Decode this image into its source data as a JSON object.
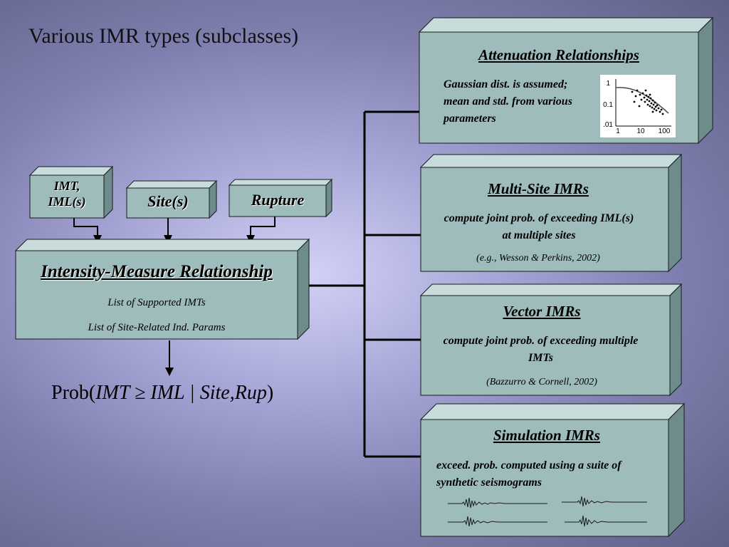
{
  "slide_title": "Various IMR types (subclasses)",
  "colors": {
    "box_face": "#9fbcbc",
    "box_top": "#c9dcdc",
    "box_side": "#6f8c8c",
    "border": "#1a1a1a"
  },
  "inputs": {
    "imt": "IMT, IML(s)",
    "site": "Site(s)",
    "rupture": "Rupture"
  },
  "imr_box": {
    "title": "Intensity-Measure Relationship",
    "line1": "List of Supported IMTs",
    "line2": "List of Site-Related Ind. Params"
  },
  "formula": {
    "prob": "Prob(",
    "expr": "IMT ≥ IML | Site,Rup",
    "close": ")"
  },
  "subclasses": {
    "attenuation": {
      "title": "Attenuation Relationships",
      "description": "Gaussian dist. is assumed; mean and std. from various parameters",
      "plot_y_ticks": [
        "1",
        "0.1",
        ".01"
      ],
      "plot_x_ticks": [
        "1",
        "10",
        "100"
      ]
    },
    "multisite": {
      "title": "Multi-Site IMRs",
      "description": "compute joint prob. of exceeding IML(s) at multiple sites",
      "reference": "(e.g., Wesson & Perkins, 2002)"
    },
    "vector": {
      "title": "Vector IMRs",
      "description": "compute joint prob. of  exceeding multiple IMTs",
      "reference": "(Bazzurro & Cornell, 2002)"
    },
    "simulation": {
      "title": "Simulation IMRs",
      "description": "exceed. prob. computed using a suite of synthetic seismograms"
    }
  }
}
